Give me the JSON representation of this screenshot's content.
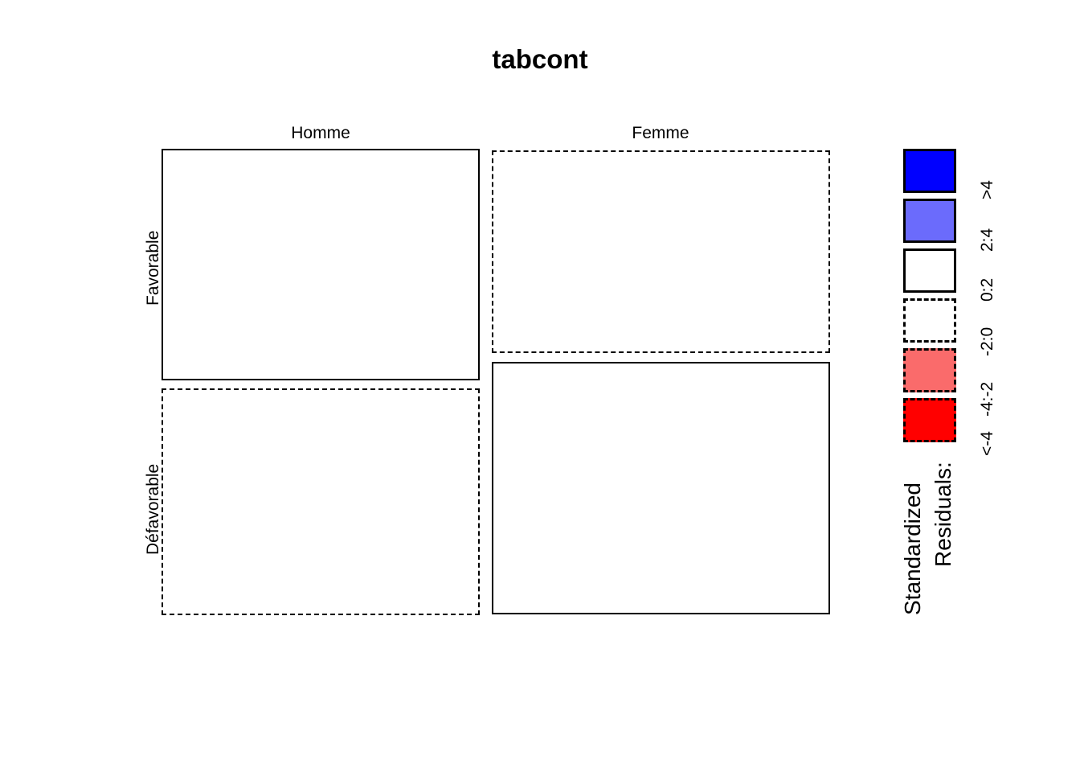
{
  "chart_data": {
    "type": "mosaic",
    "title": "tabcont",
    "xlabel": "",
    "ylabel": "",
    "grid": false,
    "legend_position": "right",
    "col_variable": "",
    "row_variable": "",
    "categories_x": [
      "Homme",
      "Femme"
    ],
    "categories_y": [
      "Favorable",
      "Défavorable"
    ],
    "cells": [
      {
        "row": "Favorable",
        "col": "Homme",
        "residual_bin": "0:2",
        "fill": "#ffffff",
        "border_style": "solid",
        "width_frac": 0.485,
        "height_frac": 0.497
      },
      {
        "row": "Favorable",
        "col": "Femme",
        "residual_bin": "-2:0",
        "fill": "#ffffff",
        "border_style": "dashed",
        "width_frac": 0.515,
        "height_frac": 0.435
      },
      {
        "row": "Défavorable",
        "col": "Homme",
        "residual_bin": "-2:0",
        "fill": "#ffffff",
        "border_style": "dashed",
        "width_frac": 0.485,
        "height_frac": 0.485
      },
      {
        "row": "Défavorable",
        "col": "Femme",
        "residual_bin": "0:2",
        "fill": "#ffffff",
        "border_style": "solid",
        "width_frac": 0.515,
        "height_frac": 0.541
      }
    ],
    "legend": {
      "title_lines": [
        "Standardized",
        "Residuals:"
      ],
      "entries": [
        {
          "label": ">4",
          "color": "#0000ff",
          "border_style": "solid"
        },
        {
          "label": "2:4",
          "color": "#6b6bfc",
          "border_style": "solid"
        },
        {
          "label": "0:2",
          "color": "#ffffff",
          "border_style": "solid"
        },
        {
          "label": "-2:0",
          "color": "#ffffff",
          "border_style": "dashed"
        },
        {
          "label": "-4:-2",
          "color": "#fa6b6b",
          "border_style": "dashed"
        },
        {
          "label": "<-4",
          "color": "#ff0000",
          "border_style": "dashed"
        }
      ]
    }
  },
  "colors": {
    "background": "#ffffff",
    "foreground": "#000000",
    "positive_strong": "#0000ff",
    "positive_weak": "#6b6bfc",
    "neutral": "#ffffff",
    "negative_weak": "#fa6b6b",
    "negative_strong": "#ff0000"
  }
}
